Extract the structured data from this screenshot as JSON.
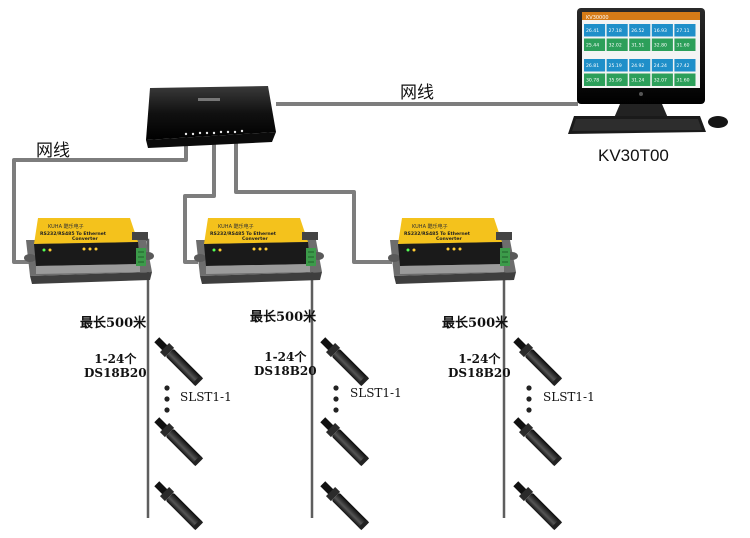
{
  "network_cable_label": "网线",
  "computer_label": "KV30T00",
  "screen": {
    "title": "KV30000",
    "cells": [
      "26.41",
      "27.18",
      "26.52",
      "16.93",
      "27.11",
      "25.44",
      "32.02",
      "31.51",
      "32.80",
      "31.60",
      "26.81",
      "25.19",
      "24.92",
      "24.24",
      "27.42",
      "30.78",
      "35.99",
      "31.24",
      "32.07",
      "31.60"
    ]
  },
  "converters": [
    {
      "brand": "KUHA 酷乐电子",
      "model_line1": "RS232/RS485 To Ethernet",
      "model_line2": "Converter"
    },
    {
      "brand": "KUHA 酷乐电子",
      "model_line1": "RS232/RS485 To Ethernet",
      "model_line2": "Converter"
    },
    {
      "brand": "KUHA 酷乐电子",
      "model_line1": "RS232/RS485 To Ethernet",
      "model_line2": "Converter"
    }
  ],
  "branches": [
    {
      "length_label": "最长500米",
      "count_line1": "1-24个",
      "count_line2": "DS18B20",
      "sensor_label": "SLST1-1"
    },
    {
      "length_label": "最长500米",
      "count_line1": "1-24个",
      "count_line2": "DS18B20",
      "sensor_label": "SLST1-1"
    },
    {
      "length_label": "最长500米",
      "count_line1": "1-24个",
      "count_line2": "DS18B20",
      "sensor_label": "SLST1-1"
    }
  ]
}
